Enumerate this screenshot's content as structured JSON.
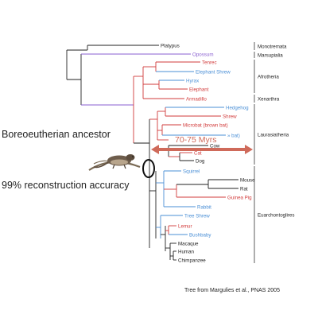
{
  "taxa": [
    {
      "id": "platypus",
      "label": "Platypus",
      "color": "#222222"
    },
    {
      "id": "opossum",
      "label": "Opossum",
      "color": "#8a5fd0"
    },
    {
      "id": "tenrec",
      "label": "Tenrec",
      "color": "#d23b3b"
    },
    {
      "id": "eshrew",
      "label": "Elephant Shrew",
      "color": "#4a8fd6"
    },
    {
      "id": "hyrax",
      "label": "Hyrax",
      "color": "#4a8fd6"
    },
    {
      "id": "elephant",
      "label": "Elephant",
      "color": "#d23b3b"
    },
    {
      "id": "armadillo",
      "label": "Armadillo",
      "color": "#d23b3b"
    },
    {
      "id": "hedgehog",
      "label": "Hedgehog",
      "color": "#4a8fd6"
    },
    {
      "id": "shrew",
      "label": "Shrew",
      "color": "#d23b3b"
    },
    {
      "id": "microbat",
      "label": "Microbat (brown bat)",
      "color": "#d23b3b"
    },
    {
      "id": "fruitbat",
      "label": "» bat)",
      "color": "#4a8fd6"
    },
    {
      "id": "cow",
      "label": "Cow",
      "color": "#222222"
    },
    {
      "id": "cat",
      "label": "Cat",
      "color": "#d23b3b"
    },
    {
      "id": "dog",
      "label": "Dog",
      "color": "#222222"
    },
    {
      "id": "squirrel",
      "label": "Squirrel",
      "color": "#4a8fd6"
    },
    {
      "id": "mouse",
      "label": "Mouse",
      "color": "#222222"
    },
    {
      "id": "rat",
      "label": "Rat",
      "color": "#222222"
    },
    {
      "id": "guineapig",
      "label": "Guinea Pig",
      "color": "#d23b3b"
    },
    {
      "id": "rabbit",
      "label": "Rabbit",
      "color": "#4a8fd6"
    },
    {
      "id": "treeshrew",
      "label": "Tree Shrew",
      "color": "#4a8fd6"
    },
    {
      "id": "lemur",
      "label": "Lemur",
      "color": "#d23b3b"
    },
    {
      "id": "bushbaby",
      "label": "Bushbaby",
      "color": "#4a8fd6"
    },
    {
      "id": "macaque",
      "label": "Macaque",
      "color": "#222222"
    },
    {
      "id": "human",
      "label": "Human",
      "color": "#222222"
    },
    {
      "id": "chimpanzee",
      "label": "Chimpanzee",
      "color": "#222222"
    }
  ],
  "clades": [
    {
      "id": "monotremata",
      "label": "Monotremata"
    },
    {
      "id": "marsupialia",
      "label": "Marsupialia"
    },
    {
      "id": "afrotheria",
      "label": "Afrotheria"
    },
    {
      "id": "xenarthra",
      "label": "Xenarthra"
    },
    {
      "id": "laurasiatheria",
      "label": "Laurasiatheria"
    },
    {
      "id": "euarchontoglires",
      "label": "Euarchontoglires"
    }
  ],
  "annotations": {
    "ancestor_label": "Boreoeutherian ancestor",
    "accuracy_label": "99% reconstruction accuracy",
    "time_label": "70-75 Myrs",
    "credit": "Tree from Margulies et al., PNAS 2005"
  },
  "colors": {
    "black": "#222222",
    "red": "#d23b3b",
    "blue": "#4a8fd6",
    "purple": "#8a5fd0",
    "arrow": "#cf6a5a"
  }
}
